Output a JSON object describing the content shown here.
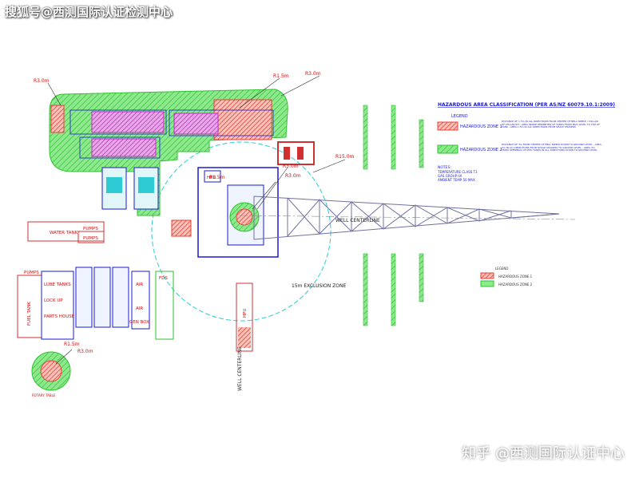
{
  "watermarks": {
    "top": "搜狐号@西测国际认证检测中心",
    "bottom": "知乎 @西测国际认证中心"
  },
  "colors": {
    "zone1": "#e8403a",
    "zone2": "#2fd12f",
    "exclusion": "#2ecbd4",
    "structure": "#1a1ad8",
    "magenta": "#c02cc0"
  },
  "radius_labels": {
    "r3_topleft": "R3.0m",
    "r15_mid": "R1.5m",
    "r3_mid": "R3.0m",
    "r15_right": "R15.0m",
    "r3_center": "R3.0m",
    "r3_center2": "R3.0m",
    "r15_hp": "R1.5m",
    "r15_bottom": "R1.5m",
    "r3_bottom": "R3.0m"
  },
  "labels": {
    "water_tank": "WATER TANK",
    "pumps1": "PUMPS",
    "pumps2": "PUMPS",
    "pumps3": "PUMPS",
    "lube_tanks": "LUBE TANKS",
    "lock_up": "LOCK UP",
    "parts_house": "PARTS HOUSE",
    "fuel_tank": "FUEL TANK",
    "air1": "AIR",
    "air2": "AIR",
    "fds": "FDS",
    "hpu_top": "HPU",
    "hpu_bottom": "HPU",
    "well_centerline": "WELL CENTERLINE",
    "well_centerline_v": "WELL CENTERLINE",
    "exclusion_zone": "15m EXCLUSION ZONE",
    "rotary_table": "ROTARY TABLE",
    "gen_box": "GEN BOX"
  },
  "legend_main": {
    "title": "HAZARDOUS AREA CLASSIFICATION (PER AS/NZ 60079.10.1:2009)",
    "legend_label": "LEGEND",
    "zone1_label": "HAZARDOUS ZONE 1",
    "zone1_desc": "DISTANCE OF 1.5m IN ALL DIRECTIONS FROM CENTER OF BELL NIPPLE / COLLAR OF CELLAR PIT - AREA INSIDE PERIMETER OF TANKS FROM MUD LEVEL TO TOP OF TANK - AREA 1.5m IN ALL DIRECTIONS FROM SHALE SHAKERS",
    "zone2_label": "HAZARDOUS ZONE 2",
    "zone2_desc": "DISTANCE OF 3m FROM CENTER OF BELL NIPPLE DOWN TO GROUND LEVEL - AREA 3m IN ALL DIRECTIONS FROM SHALE SHAKERS TO GROUND LEVEL - AREA 3m FROM OPENINGS OF MUD TANKS IN ALL DIRECTIONS DOWN TO GROUND LEVEL",
    "notes_label": "NOTES:",
    "note1": "TEMPERATURE CLASS T3",
    "note2": "GAS GROUP IIA",
    "note3": "AMBIENT TEMP 50 MAX"
  },
  "legend_small": {
    "title": "LEGEND",
    "zone1": "HAZARDOUS ZONE 1",
    "zone2": "HAZARDOUS ZONE 2"
  }
}
